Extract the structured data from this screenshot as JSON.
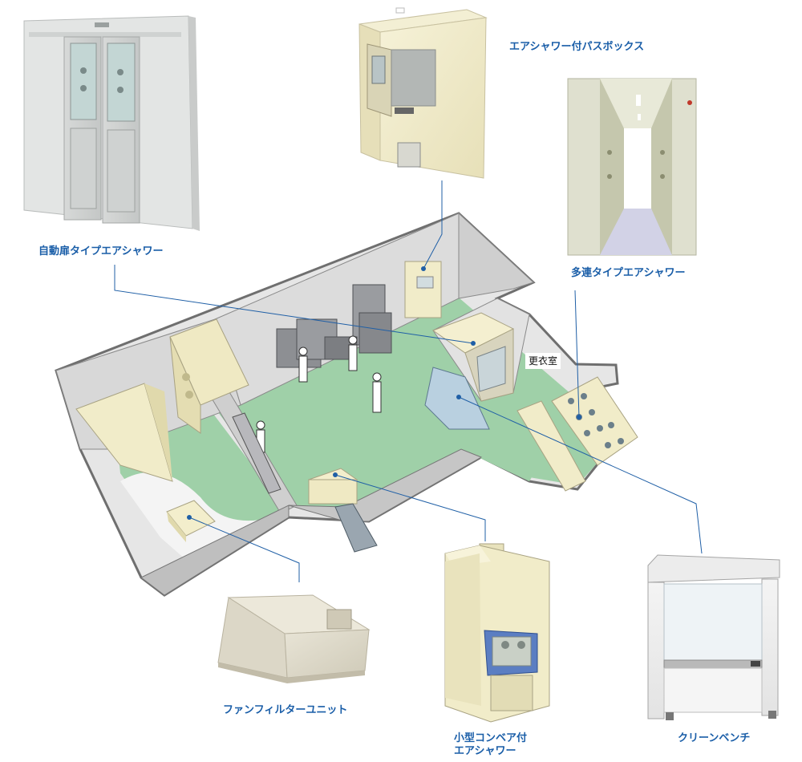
{
  "labels": {
    "auto_door_air_shower": "自動扉タイプエアシャワー",
    "pass_box_air_shower": "エアシャワー付パスボックス",
    "multi_air_shower": "多連タイプエアシャワー",
    "locker_room": "更衣室",
    "fan_filter_unit": "ファンフィルターユニット",
    "conveyor_air_shower_line1": "小型コンベア付",
    "conveyor_air_shower_line2": "エアシャワー",
    "clean_bench": "クリーンベンチ"
  },
  "colors": {
    "label_blue": "#1a5ea8",
    "connector_blue": "#1f5fa6",
    "floor_green": "#9fd0a8",
    "wall_gray": "#dcdcdc",
    "wall_edge": "#6f6f6f",
    "equipment_cream": "#f1ecc9"
  }
}
